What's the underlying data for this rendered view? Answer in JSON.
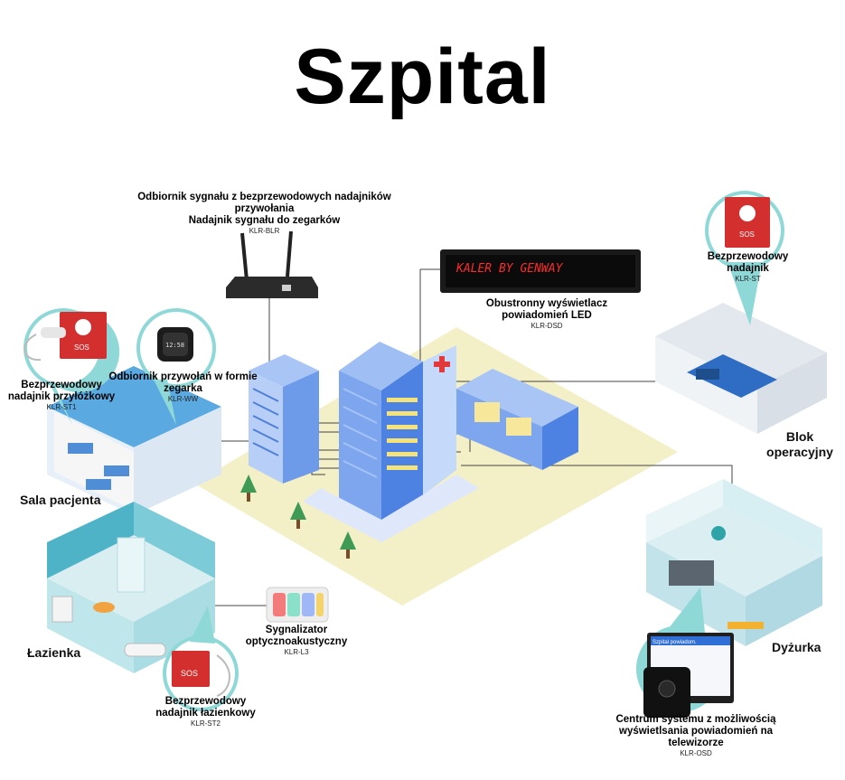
{
  "title": "Szpital",
  "devices": {
    "receiver": {
      "name1": "Odbiornik sygnału z bezprzewodowych nadajników przywołania",
      "name2": "Nadajnik sygnału do zegarków",
      "code": "KLR-BLR"
    },
    "led_display": {
      "name": "Obustronny wyświetlacz powiadomień LED",
      "code": "KLR-DSD",
      "screen_text": "KALER BY GENWAY"
    },
    "bed_transmitter": {
      "name": "Bezprzewodowy nadajnik przyłóżkowy",
      "code": "KLR-ST1"
    },
    "watch_receiver": {
      "name": "Odbiornik przywołań w formie zegarka",
      "code": "KLR-WW"
    },
    "surgery_transmitter": {
      "name": "Bezprzewodowy nadajnik",
      "code": "KLR-ST"
    },
    "signal_light": {
      "name": "Sygnalizator optycznoakustyczny",
      "code": "KLR-L3"
    },
    "bathroom_transmitter": {
      "name": "Bezprzewodowy nadajnik łazienkowy",
      "code": "KLR-ST2"
    },
    "system_center": {
      "name": "Centrum systemu z możliwością wyświetlsania powiadomień na telewizorze",
      "code": "KLR-OSD",
      "tv_header": "Szpital powiadom."
    }
  },
  "rooms": {
    "patient_room": "Sala pacjenta",
    "operating_block": "Blok operacyjny",
    "bathroom": "Łazienka",
    "duty_room": "Dyżurka"
  },
  "sos_label": "SOS",
  "colors": {
    "accent_teal": "#8fd8d8",
    "sos_red": "#d32f2f",
    "building_blue": "#5b8de6",
    "ground": "#f3f0c8",
    "led_red": "#ff2a2a"
  }
}
